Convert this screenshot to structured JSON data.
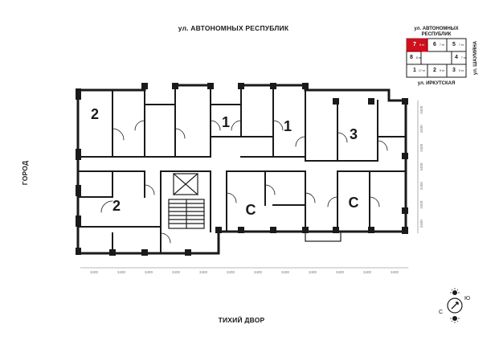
{
  "streets": {
    "top": "ул. АВТОНОМНЫХ РЕСПУБЛИК",
    "bottom": "ТИХИЙ ДВОР",
    "left": "ГОРОД"
  },
  "key_plan": {
    "top_street": "ул. АВТОНОМНЫХ РЕСПУБЛИК",
    "right_street": "ул. ШАУМЯНА",
    "bottom_street": "ул. ИРКУТСКАЯ",
    "sections": [
      {
        "num": "7",
        "floors": "9 эт",
        "highlight": true
      },
      {
        "num": "6",
        "floors": "7 эт"
      },
      {
        "num": "5",
        "floors": "7 эт"
      },
      {
        "num": "8",
        "floors": "8 эт"
      },
      {
        "num": "4",
        "floors": "7 эт"
      },
      {
        "num": "1",
        "floors": "17 эт"
      },
      {
        "num": "2",
        "floors": "9 эт"
      },
      {
        "num": "3",
        "floors": "9 эт"
      }
    ],
    "highlight_color": "#d0101e"
  },
  "apartments": [
    {
      "label": "2"
    },
    {
      "label": "1"
    },
    {
      "label": "1"
    },
    {
      "label": "3"
    },
    {
      "label": "2"
    },
    {
      "label": "С"
    },
    {
      "label": "С"
    }
  ],
  "dimensions": {
    "bottom": [
      "3400",
      "3400",
      "3400",
      "3400",
      "3400",
      "3400",
      "3400",
      "3400",
      "3400",
      "3400",
      "3400",
      "3400"
    ],
    "right": [
      "3400",
      "3400",
      "3400",
      "3400",
      "3400",
      "3400",
      "3400"
    ]
  },
  "compass": {
    "north": "С",
    "south": "Ю",
    "color": "#1a1a1a"
  }
}
